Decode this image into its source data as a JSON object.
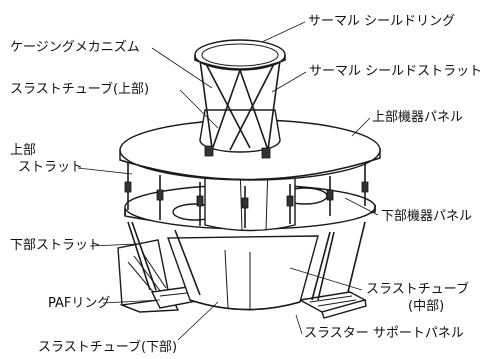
{
  "labels": {
    "thermal_seal_ring": "サーマル シールドリング",
    "caging_mechanism": "ケージングメカニズム",
    "thermal_seal_strut": "サーマル シールドストラット",
    "thrust_tube_upper": "スラストチューブ(上部)",
    "upper_equipment_panel": "上部機器パネル",
    "upper_strut_line1": "上部",
    "upper_strut_line2": "ストラット",
    "lower_equipment_panel": "下部機器パネル",
    "lower_strut": "下部ストラット",
    "thrust_tube_middle_line1": "スラストチューブ",
    "thrust_tube_middle_line2": "(中部)",
    "paf_ring": "PAFリング",
    "thruster_support_panel": "スラスター サポートパネル",
    "thrust_tube_lower": "スラストチューブ(下部)"
  }
}
